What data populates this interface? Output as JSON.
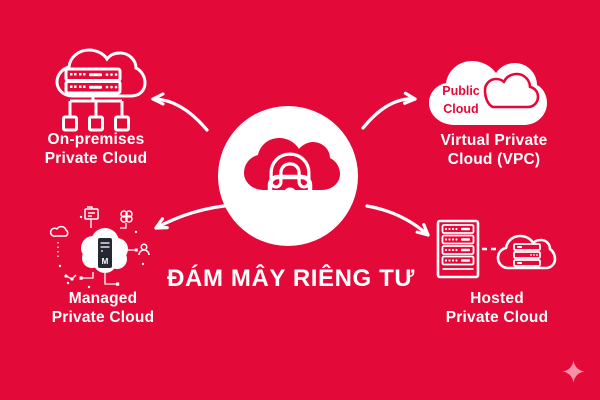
{
  "colors": {
    "background": "#E30938",
    "foreground": "#FFFFFF",
    "dark": "#232833",
    "sparkle": "#F291A8"
  },
  "center": {
    "title": "ĐÁM MÂY RIÊNG TƯ"
  },
  "nodes": {
    "on_premises": {
      "line1": "On-premises",
      "line2": "Private Cloud"
    },
    "vpc": {
      "line1": "Virtual Private",
      "line2": "Cloud (VPC)",
      "badge_line1": "Public",
      "badge_line2": "Cloud"
    },
    "managed": {
      "line1": "Managed",
      "line2": "Private Cloud",
      "server_letter": "M"
    },
    "hosted": {
      "line1": "Hosted",
      "line2": "Private Cloud"
    }
  }
}
